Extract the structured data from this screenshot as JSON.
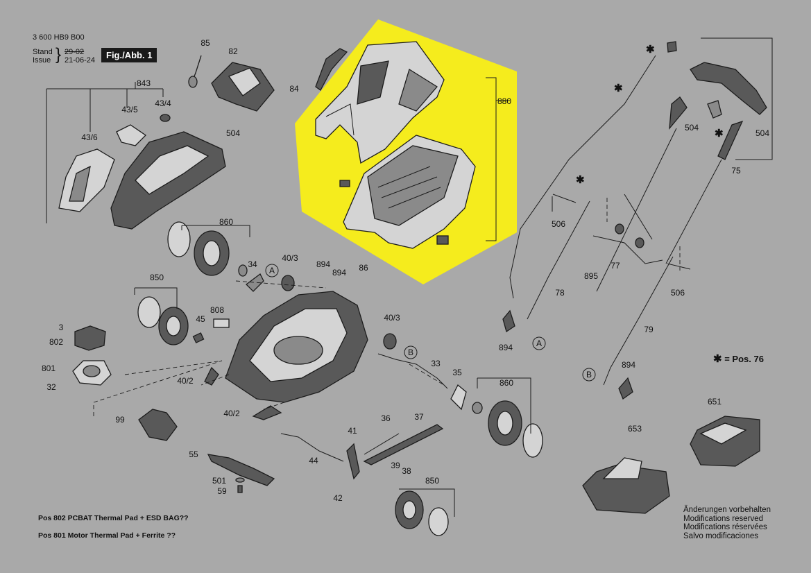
{
  "header": {
    "doc_number": "3 600 HB9 B00",
    "stand_label": "Stand",
    "issue_label": "Issue",
    "stand_value": "29-02",
    "issue_value": "21-06-24",
    "figure_label": "Fig./Abb. 1"
  },
  "notes": {
    "pos802": "Pos 802 PCBAT Thermal Pad + ESD BAG??",
    "pos801": "Pos 801 Motor Thermal Pad + Ferrite ??",
    "star_note": "= Pos. 76"
  },
  "modifications": {
    "de": "Änderungen vorbehalten",
    "en": "Modifications reserved",
    "fr": "Modifications réservées",
    "es": "Salvo modificaciones"
  },
  "highlight_color": "#f5ec1d",
  "labels": [
    {
      "text": "85",
      "name": "label-85"
    },
    {
      "text": "82",
      "name": "label-82"
    },
    {
      "text": "84",
      "name": "label-84"
    },
    {
      "text": "880",
      "name": "label-880"
    },
    {
      "text": "843",
      "name": "label-843"
    },
    {
      "text": "43/5",
      "name": "label-43-5"
    },
    {
      "text": "43/4",
      "name": "label-43-4"
    },
    {
      "text": "43/6",
      "name": "label-43-6"
    },
    {
      "text": "504",
      "name": "label-504-a"
    },
    {
      "text": "860",
      "name": "label-860-a"
    },
    {
      "text": "34",
      "name": "label-34"
    },
    {
      "text": "40/3",
      "name": "label-40-3-a"
    },
    {
      "text": "894",
      "name": "label-894-a"
    },
    {
      "text": "894",
      "name": "label-894-b"
    },
    {
      "text": "86",
      "name": "label-86"
    },
    {
      "text": "A",
      "name": "label-A-a"
    },
    {
      "text": "850",
      "name": "label-850-a"
    },
    {
      "text": "808",
      "name": "label-808"
    },
    {
      "text": "45",
      "name": "label-45"
    },
    {
      "text": "3",
      "name": "label-3"
    },
    {
      "text": "802",
      "name": "label-802"
    },
    {
      "text": "801",
      "name": "label-801"
    },
    {
      "text": "32",
      "name": "label-32"
    },
    {
      "text": "40/2",
      "name": "label-40-2-a"
    },
    {
      "text": "40/2",
      "name": "label-40-2-b"
    },
    {
      "text": "99",
      "name": "label-99"
    },
    {
      "text": "55",
      "name": "label-55"
    },
    {
      "text": "44",
      "name": "label-44"
    },
    {
      "text": "501",
      "name": "label-501"
    },
    {
      "text": "59",
      "name": "label-59"
    },
    {
      "text": "40/3",
      "name": "label-40-3-b"
    },
    {
      "text": "B",
      "name": "label-B-a"
    },
    {
      "text": "33",
      "name": "label-33"
    },
    {
      "text": "35",
      "name": "label-35"
    },
    {
      "text": "860",
      "name": "label-860-b"
    },
    {
      "text": "36",
      "name": "label-36"
    },
    {
      "text": "37",
      "name": "label-37"
    },
    {
      "text": "41",
      "name": "label-41"
    },
    {
      "text": "39",
      "name": "label-39"
    },
    {
      "text": "38",
      "name": "label-38"
    },
    {
      "text": "42",
      "name": "label-42"
    },
    {
      "text": "850",
      "name": "label-850-b"
    },
    {
      "text": "504",
      "name": "label-504-b"
    },
    {
      "text": "504",
      "name": "label-504-c"
    },
    {
      "text": "75",
      "name": "label-75"
    },
    {
      "text": "506",
      "name": "label-506-a"
    },
    {
      "text": "77",
      "name": "label-77"
    },
    {
      "text": "895",
      "name": "label-895"
    },
    {
      "text": "506",
      "name": "label-506-b"
    },
    {
      "text": "78",
      "name": "label-78"
    },
    {
      "text": "79",
      "name": "label-79"
    },
    {
      "text": "894",
      "name": "label-894-c"
    },
    {
      "text": "A",
      "name": "label-A-b"
    },
    {
      "text": "894",
      "name": "label-894-d"
    },
    {
      "text": "B",
      "name": "label-B-b"
    },
    {
      "text": "651",
      "name": "label-651"
    },
    {
      "text": "653",
      "name": "label-653"
    }
  ]
}
